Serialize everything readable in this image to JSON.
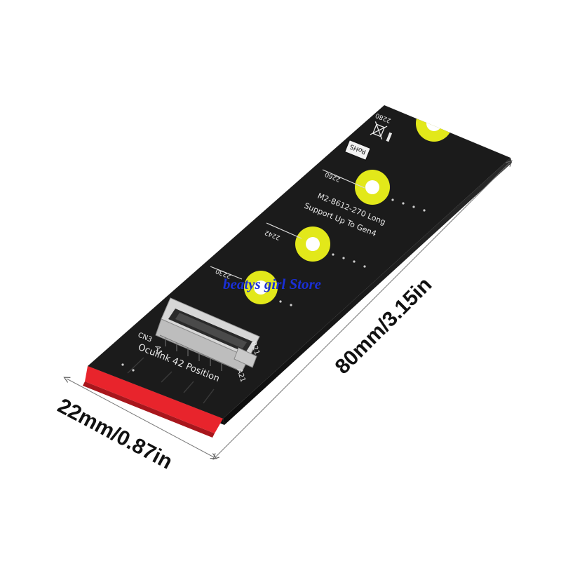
{
  "board": {
    "model_line1": "M2-8612-270 Long",
    "model_line2": "Support Up To Gen4",
    "connector_label": "Oculink 42 Position",
    "cn_label": "CN3",
    "pin_a1": "A1",
    "pin_a21": "A21",
    "pin_b21": "B21",
    "mark_2280": "2280",
    "mark_2260": "2260",
    "mark_2242": "2242",
    "mark_2230": "2230",
    "rohs": "RoHS"
  },
  "dimensions": {
    "length": "80mm/3.15in",
    "width": "22mm/0.87in"
  },
  "watermark": "beatys girl Store",
  "colors": {
    "pcb": "#1b1b1b",
    "edge_connector": "#e8242c",
    "mount_pad": "#e2e81a",
    "silkscreen": "#e8e8e8",
    "watermark": "#1a2fd6"
  }
}
